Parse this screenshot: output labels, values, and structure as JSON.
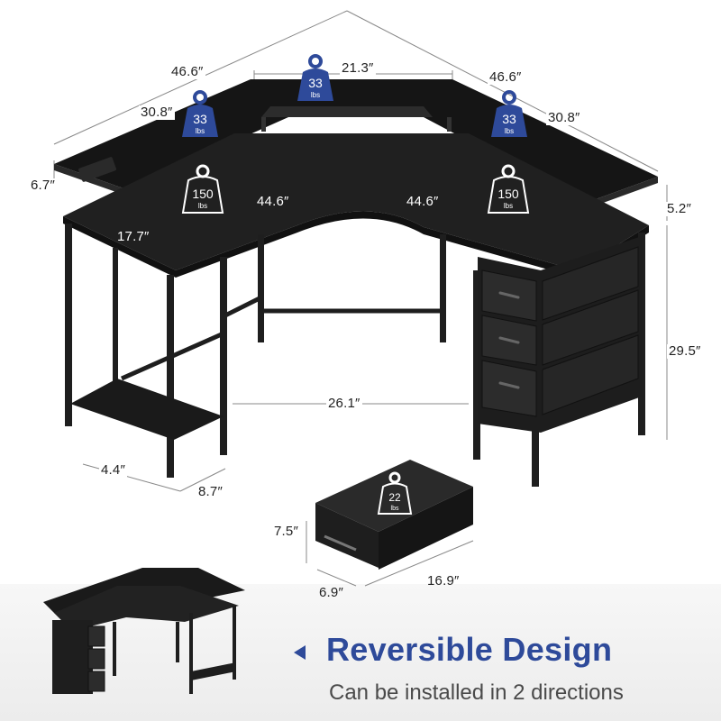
{
  "dimensions": {
    "d_46_6_left": "46.6″",
    "d_21_3": "21.3″",
    "d_46_6_right": "46.6″",
    "d_30_8_left": "30.8″",
    "d_30_8_right": "30.8″",
    "d_6_7": "6.7″",
    "d_44_6_left": "44.6″",
    "d_44_6_right": "44.6″",
    "d_5_2": "5.2″",
    "d_17_7": "17.7″",
    "d_29_5": "29.5″",
    "d_26_1": "26.1″",
    "d_4_4": "4.4″",
    "d_8_7": "8.7″",
    "d_7_5": "7.5″",
    "d_6_9": "6.9″",
    "d_16_9": "16.9″"
  },
  "weights": {
    "top_center": {
      "value": "33",
      "unit": "lbs"
    },
    "top_left": {
      "value": "33",
      "unit": "lbs"
    },
    "top_right": {
      "value": "33",
      "unit": "lbs"
    },
    "desk_left": {
      "value": "150",
      "unit": "lbs"
    },
    "desk_right": {
      "value": "150",
      "unit": "lbs"
    },
    "drawer": {
      "value": "22",
      "unit": "lbs"
    }
  },
  "colors": {
    "accent": "#2e4a9a",
    "desk": "#1c1c1c",
    "weight_blue": "#2e4a9a"
  },
  "footer": {
    "title": "Reversible Design",
    "subtitle": "Can be installed in 2 directions"
  }
}
